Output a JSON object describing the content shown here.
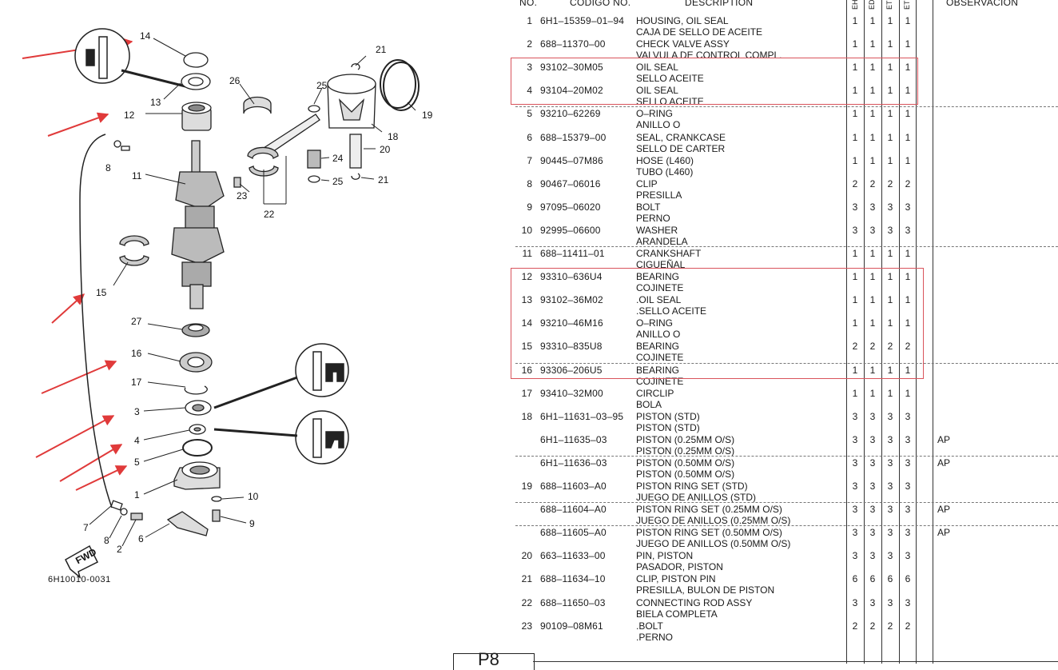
{
  "diagram": {
    "code": "6H10010-0031",
    "fwd_label": "FWD",
    "callouts": [
      "14",
      "13",
      "12",
      "8",
      "11",
      "26",
      "25",
      "21",
      "19",
      "18",
      "20",
      "24",
      "25",
      "21",
      "23",
      "22",
      "15",
      "27",
      "16",
      "17",
      "3",
      "4",
      "5",
      "1",
      "10",
      "7",
      "8",
      "2",
      "6",
      "9"
    ]
  },
  "table": {
    "headers": {
      "no": "NO.",
      "code": "CODIGO NO.",
      "desc": "DESCRIPTION",
      "obs": "OBSERVACION"
    },
    "model_headers": [
      "EH",
      "ED",
      "ET",
      "ET"
    ],
    "rows": [
      {
        "no": "1",
        "code": "6H1–15359–01–94",
        "d1": "HOUSING, OIL SEAL",
        "d2": "CAJA  DE SELLO DE ACEITE",
        "q": [
          "1",
          "1",
          "1",
          "1"
        ],
        "obs": ""
      },
      {
        "no": "2",
        "code": "688–11370–00",
        "d1": "CHECK VALVE ASSY",
        "d2": "VALVULA DE CONTROL COMPL.",
        "q": [
          "1",
          "1",
          "1",
          "1"
        ],
        "obs": ""
      },
      {
        "no": "3",
        "code": "93102–30M05",
        "d1": "OIL SEAL",
        "d2": "SELLO ACEITE",
        "q": [
          "1",
          "1",
          "1",
          "1"
        ],
        "obs": ""
      },
      {
        "no": "4",
        "code": "93104–20M02",
        "d1": "OIL SEAL",
        "d2": "SELLO ACEITE",
        "q": [
          "1",
          "1",
          "1",
          "1"
        ],
        "obs": ""
      },
      {
        "no": "5",
        "code": "93210–62269",
        "d1": "O–RING",
        "d2": "ANILLO O",
        "q": [
          "1",
          "1",
          "1",
          "1"
        ],
        "obs": ""
      },
      {
        "no": "6",
        "code": "688–15379–00",
        "d1": "SEAL, CRANKCASE",
        "d2": "SELLO  DE CARTER",
        "q": [
          "1",
          "1",
          "1",
          "1"
        ],
        "obs": ""
      },
      {
        "no": "7",
        "code": "90445–07M86",
        "d1": "HOSE (L460)",
        "d2": "TUBO (L460)",
        "q": [
          "1",
          "1",
          "1",
          "1"
        ],
        "obs": ""
      },
      {
        "no": "8",
        "code": "90467–06016",
        "d1": "CLIP",
        "d2": "PRESILLA",
        "q": [
          "2",
          "2",
          "2",
          "2"
        ],
        "obs": ""
      },
      {
        "no": "9",
        "code": "97095–06020",
        "d1": "BOLT",
        "d2": "PERNO",
        "q": [
          "3",
          "3",
          "3",
          "3"
        ],
        "obs": ""
      },
      {
        "no": "10",
        "code": "92995–06600",
        "d1": "WASHER",
        "d2": "ARANDELA",
        "q": [
          "3",
          "3",
          "3",
          "3"
        ],
        "obs": ""
      },
      {
        "no": "11",
        "code": "688–11411–01",
        "d1": "CRANKSHAFT",
        "d2": "CIGUEÑAL",
        "q": [
          "1",
          "1",
          "1",
          "1"
        ],
        "obs": ""
      },
      {
        "no": "12",
        "code": "93310–636U4",
        "d1": "BEARING",
        "d2": "COJINETE",
        "q": [
          "1",
          "1",
          "1",
          "1"
        ],
        "obs": ""
      },
      {
        "no": "13",
        "code": "93102–36M02",
        "d1": ".OIL SEAL",
        "d2": ".SELLO ACEITE",
        "q": [
          "1",
          "1",
          "1",
          "1"
        ],
        "obs": ""
      },
      {
        "no": "14",
        "code": "93210–46M16",
        "d1": "O–RING",
        "d2": "ANILLO O",
        "q": [
          "1",
          "1",
          "1",
          "1"
        ],
        "obs": ""
      },
      {
        "no": "15",
        "code": "93310–835U8",
        "d1": "BEARING",
        "d2": "COJINETE",
        "q": [
          "2",
          "2",
          "2",
          "2"
        ],
        "obs": ""
      },
      {
        "no": "16",
        "code": "93306–206U5",
        "d1": "BEARING",
        "d2": "COJINETE",
        "q": [
          "1",
          "1",
          "1",
          "1"
        ],
        "obs": ""
      },
      {
        "no": "17",
        "code": "93410–32M00",
        "d1": "CIRCLIP",
        "d2": "BOLA",
        "q": [
          "1",
          "1",
          "1",
          "1"
        ],
        "obs": ""
      },
      {
        "no": "18",
        "code": "6H1–11631–03–95",
        "d1": "PISTON (STD)",
        "d2": "PISTON (STD)",
        "q": [
          "3",
          "3",
          "3",
          "3"
        ],
        "obs": ""
      },
      {
        "no": "",
        "code": "6H1–11635–03",
        "d1": "PISTON (0.25MM O/S)",
        "d2": "PISTON (0.25MM O/S)",
        "q": [
          "3",
          "3",
          "3",
          "3"
        ],
        "obs": "AP"
      },
      {
        "no": "",
        "code": "6H1–11636–03",
        "d1": "PISTON (0.50MM O/S)",
        "d2": "PISTON (0.50MM O/S)",
        "q": [
          "3",
          "3",
          "3",
          "3"
        ],
        "obs": "AP"
      },
      {
        "no": "19",
        "code": "688–11603–A0",
        "d1": "PISTON RING SET (STD)",
        "d2": "JUEGO DE ANILLOS (STD)",
        "q": [
          "3",
          "3",
          "3",
          "3"
        ],
        "obs": ""
      },
      {
        "no": "",
        "code": "688–11604–A0",
        "d1": "PISTON RING SET (0.25MM O/S)",
        "d2": "JUEGO DE ANILLOS (0.25MM O/S)",
        "q": [
          "3",
          "3",
          "3",
          "3"
        ],
        "obs": "AP"
      },
      {
        "no": "",
        "code": "688–11605–A0",
        "d1": "PISTON RING SET (0.50MM O/S)",
        "d2": "JUEGO DE ANILLOS (0.50MM O/S)",
        "q": [
          "3",
          "3",
          "3",
          "3"
        ],
        "obs": "AP"
      },
      {
        "no": "20",
        "code": "663–11633–00",
        "d1": "PIN, PISTON",
        "d2": "PASADOR, PISTON",
        "q": [
          "3",
          "3",
          "3",
          "3"
        ],
        "obs": ""
      },
      {
        "no": "21",
        "code": "688–11634–10",
        "d1": "CLIP, PISTON PIN",
        "d2": "PRESILLA, BULON DE PISTON",
        "q": [
          "6",
          "6",
          "6",
          "6"
        ],
        "obs": ""
      },
      {
        "no": "22",
        "code": "688–11650–03",
        "d1": "CONNECTING ROD ASSY",
        "d2": "BIELA COMPLETA",
        "q": [
          "3",
          "3",
          "3",
          "3"
        ],
        "obs": ""
      },
      {
        "no": "23",
        "code": "90109–08M61",
        "d1": ".BOLT",
        "d2": ".PERNO",
        "q": [
          "2",
          "2",
          "2",
          "2"
        ],
        "obs": ""
      }
    ],
    "page_label": "P8"
  }
}
